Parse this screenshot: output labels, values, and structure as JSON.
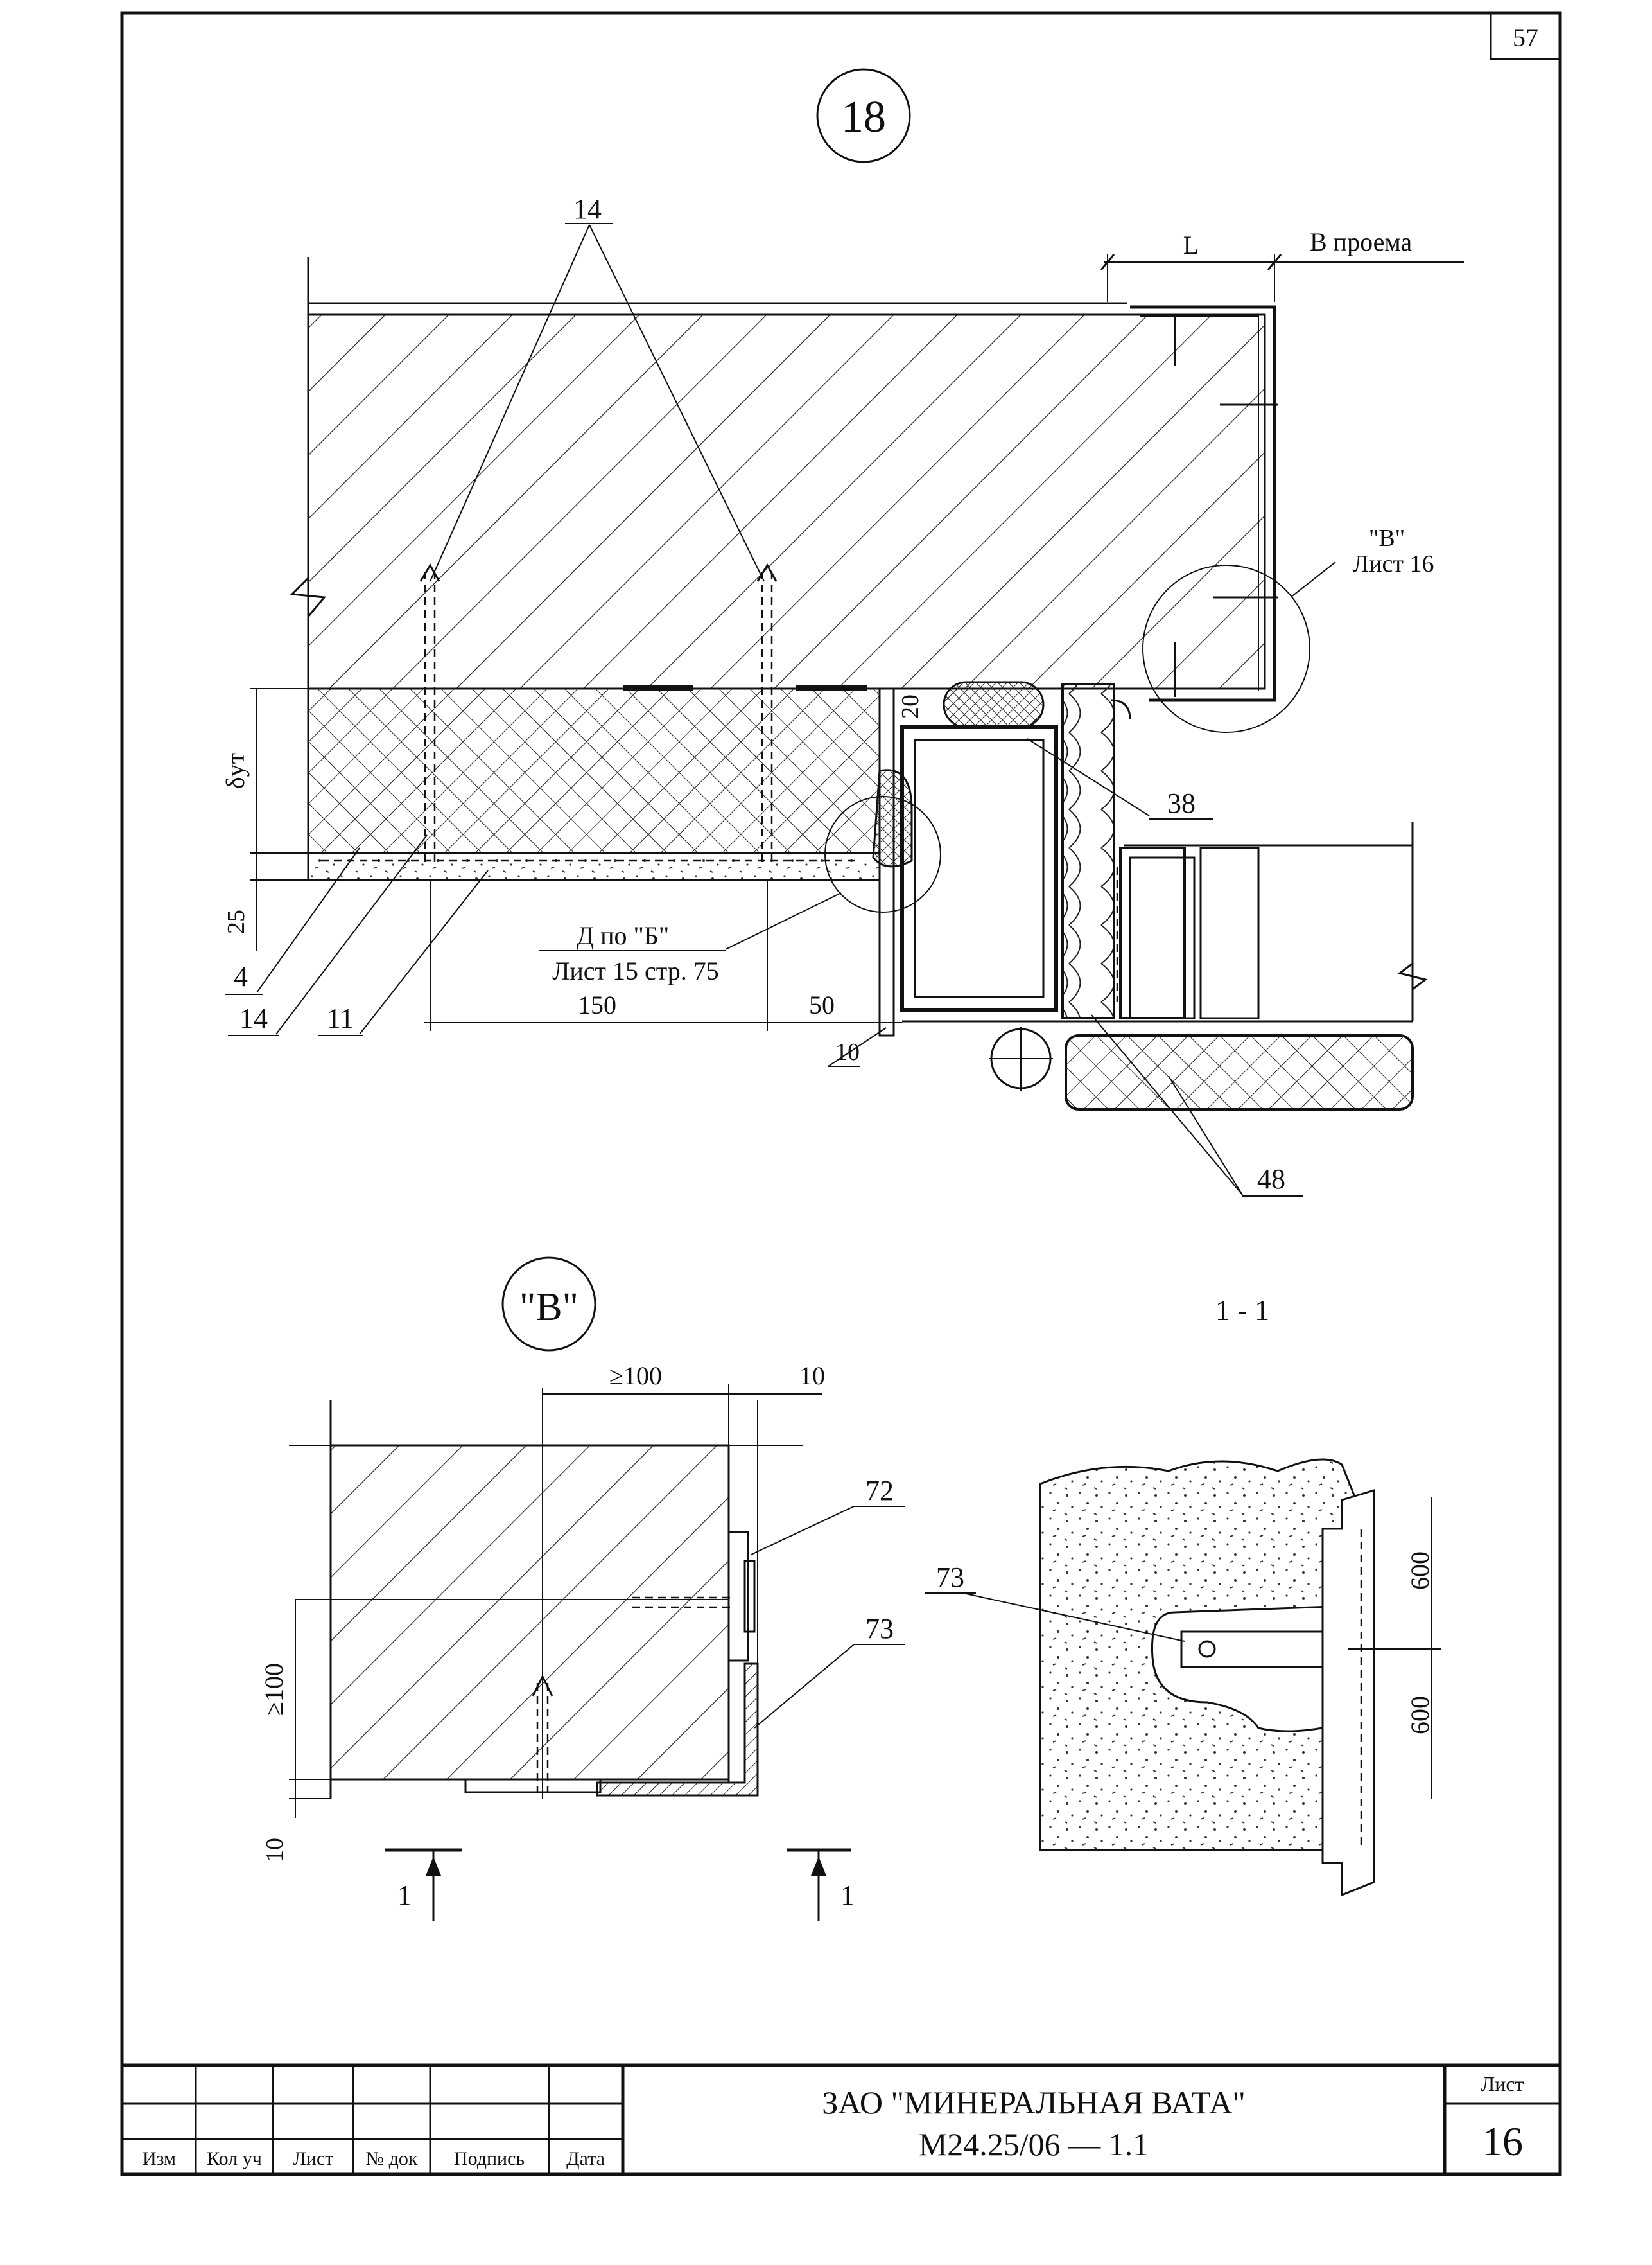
{
  "sheet_corner_number": "57",
  "detail_main": {
    "callout": "18",
    "labels": {
      "top_14": "14",
      "dim_L": "L",
      "opening_face": "В проема",
      "ref_B_quote": "\"В\"",
      "ref_B_sheet": "Лист 16",
      "dim_20": "20",
      "label_38": "38",
      "delta_ut": "δут",
      "dim_25": "25",
      "label_4": "4",
      "label_14_bottom": "14",
      "label_11": "11",
      "node_D_line1": "Д по \"Б\"",
      "node_D_line2": "Лист 15 стр. 75",
      "dim_150": "150",
      "dim_50": "50",
      "dim_10": "10",
      "label_48": "48"
    }
  },
  "detail_B": {
    "callout": "\"В\"",
    "dim_100_top": "≥100",
    "dim_10_top": "10",
    "label_72": "72",
    "label_73": "73",
    "dim_100_left": "≥100",
    "dim_10_left": "10",
    "section_mark_left": "1",
    "section_mark_right": "1"
  },
  "section_1_1": {
    "title": "1 - 1",
    "label_73": "73",
    "dim_600_top": "600",
    "dim_600_bottom": "600"
  },
  "title_block": {
    "col_headers": [
      "Изм",
      "Кол уч",
      "Лист",
      "№ док",
      "Подпись",
      "Дата"
    ],
    "company": "ЗАО \"МИНЕРАЛЬНАЯ ВАТА\"",
    "document_code": "М24.25/06  —  1.1",
    "sheet_label": "Лист",
    "sheet_number": "16"
  }
}
